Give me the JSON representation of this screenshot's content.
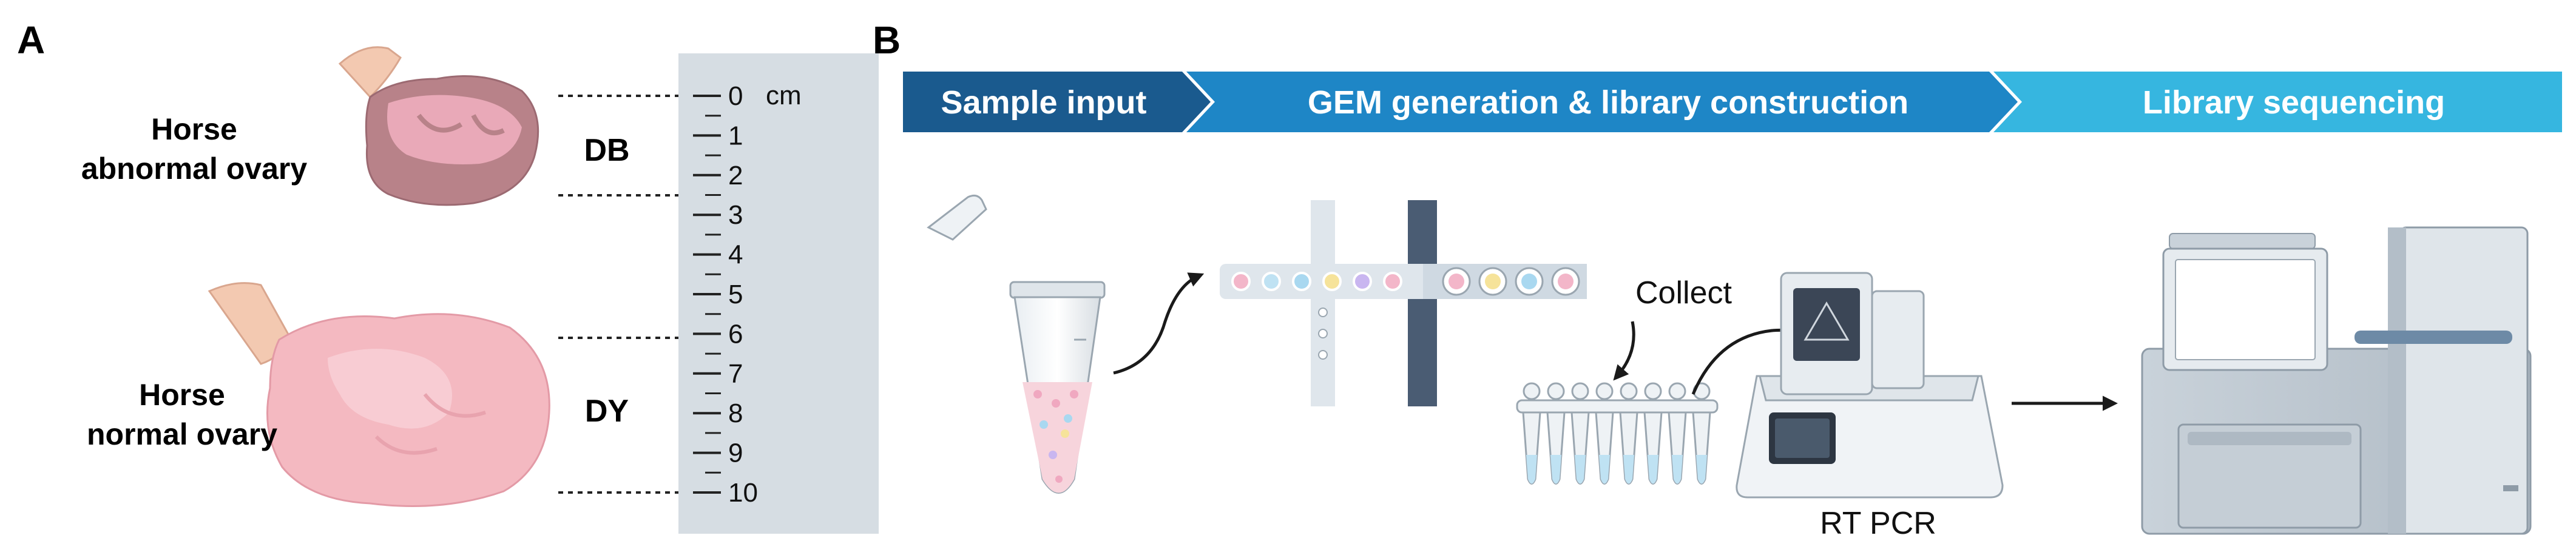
{
  "panel_a": {
    "letter": "A",
    "abnormal": {
      "line1": "Horse",
      "line2": "abnormal ovary",
      "code": "DB"
    },
    "normal": {
      "line1": "Horse",
      "line2": "normal ovary",
      "code": "DY"
    },
    "ruler": {
      "unit": "cm",
      "ticks": [
        "0",
        "1",
        "2",
        "3",
        "4",
        "5",
        "6",
        "7",
        "8",
        "9",
        "10"
      ],
      "color": "#d6dde3"
    }
  },
  "panel_b": {
    "letter": "B",
    "steps": [
      {
        "label": "Sample input",
        "color": "#1a5a8e"
      },
      {
        "label": "GEM generation & library construction",
        "color": "#1e86c6"
      },
      {
        "label": "Library sequencing",
        "color": "#36b6e0"
      }
    ],
    "collect_label": "Collect",
    "rtpcr_label": "RT PCR"
  },
  "icons": {
    "tube": "microcentrifuge-tube-icon",
    "chip": "microfluidic-chip-icon",
    "strip": "pcr-tube-strip-icon",
    "thermocycler": "thermocycler-icon",
    "sequencer": "sequencer-icon"
  }
}
